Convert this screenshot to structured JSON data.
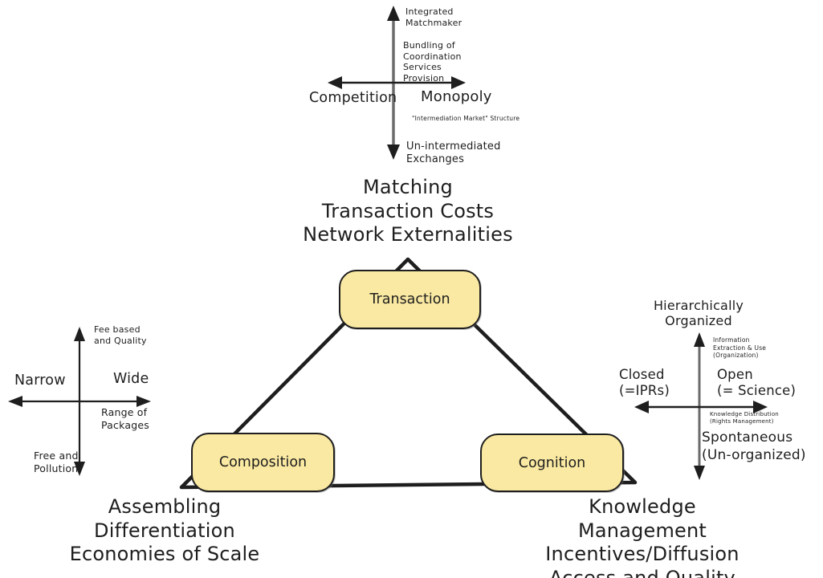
{
  "colors": {
    "ink": "#1e1e1e",
    "muted_line": "#6b6b6b",
    "node_fill": "#fae9a2",
    "node_border": "#1e1e1e",
    "bg": "#ffffff"
  },
  "titles": {
    "center": "Matching\nTransaction Costs\nNetwork Externalities",
    "bottom_left": "Assembling\nDifferentiation\nEconomies of Scale",
    "bottom_right": "Knowledge Management\nIncentives/Diffusion\nAccess and Quality"
  },
  "triangle": {
    "nodes": [
      {
        "label": "Transaction"
      },
      {
        "label": "Composition"
      },
      {
        "label": "Cognition"
      }
    ]
  },
  "axes": {
    "top": {
      "up": "Integrated\nMatchmaker",
      "note": "Bundling of\nCoordination\nServices\nProvision",
      "left": "Competition",
      "right": "Monopoly",
      "caption": "\"Intermediation Market\" Structure",
      "down": "Un-intermediated\nExchanges"
    },
    "left": {
      "up": "Fee based\nand Quality",
      "left": "Narrow",
      "right": "Wide",
      "caption": "Range of\nPackages",
      "down": "Free and\nPollution"
    },
    "right": {
      "up": "Hierarchically\nOrganized",
      "note": "Information\nExtraction & Use\n(Organization)",
      "left": "Closed\n(=IPRs)",
      "right": "Open\n(= Science)",
      "caption": "Knowledge Distribution\n(Rights Management)",
      "down": "Spontaneous\n(Un-organized)"
    }
  }
}
